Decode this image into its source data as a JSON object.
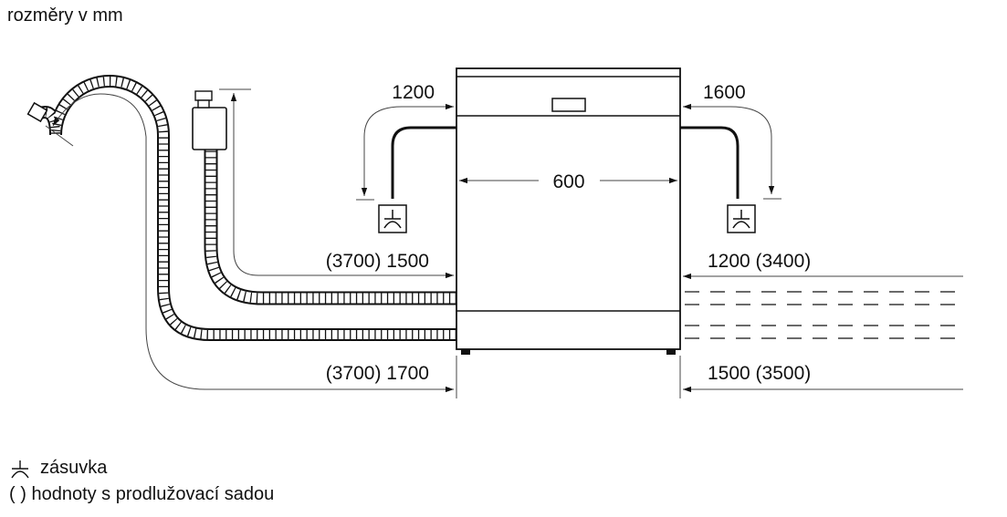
{
  "title": "rozměry v mm",
  "dimensions": {
    "left_power_cable": "1200",
    "right_power_cable": "1600",
    "width": "600",
    "inlet_left": "(3700) 1500",
    "drain_left": "(3700) 1700",
    "inlet_right": "1200 (3400)",
    "drain_right": "1500 (3500)"
  },
  "legend": {
    "socket_symbol": "socket-icon",
    "socket_label": "zásuvka",
    "brackets_symbol": "( )",
    "brackets_label": "hodnoty s prodlužovací sadou"
  },
  "colors": {
    "line": "#111111",
    "dim_line": "#444444",
    "background": "#ffffff"
  }
}
